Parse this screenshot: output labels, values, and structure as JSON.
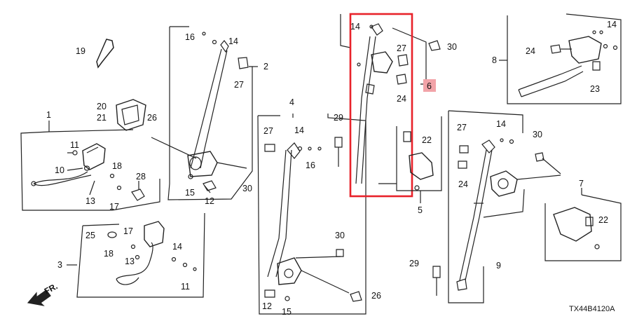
{
  "diagram_code": "TX44B4120A",
  "front_indicator": "FR.",
  "highlight": {
    "part": "6",
    "color": "#e8222a",
    "badge_color": "#f2a3a8"
  },
  "callouts": {
    "n1": "1",
    "n2": "2",
    "n3": "3",
    "n4": "4",
    "n5": "5",
    "n6": "6",
    "n7": "7",
    "n8": "8",
    "n9": "9",
    "n10": "10",
    "n11a": "11",
    "n11b": "11",
    "n12a": "12",
    "n12b": "12",
    "n13a": "13",
    "n13b": "13",
    "n14a": "14",
    "n14b": "14",
    "n14c": "14",
    "n14d": "14",
    "n14e": "14",
    "n14f": "14",
    "n15a": "15",
    "n15b": "15",
    "n16a": "16",
    "n16b": "16",
    "n17a": "17",
    "n17b": "17",
    "n18a": "18",
    "n18b": "18",
    "n19": "19",
    "n20": "20",
    "n21": "21",
    "n22a": "22",
    "n22b": "22",
    "n23": "23",
    "n24a": "24",
    "n24b": "24",
    "n24c": "24",
    "n25": "25",
    "n26a": "26",
    "n26b": "26",
    "n27a": "27",
    "n27b": "27",
    "n27c": "27",
    "n27d": "27",
    "n28": "28",
    "n29a": "29",
    "n29b": "29",
    "n30a": "30",
    "n30b": "30",
    "n30c": "30",
    "n30d": "30"
  }
}
